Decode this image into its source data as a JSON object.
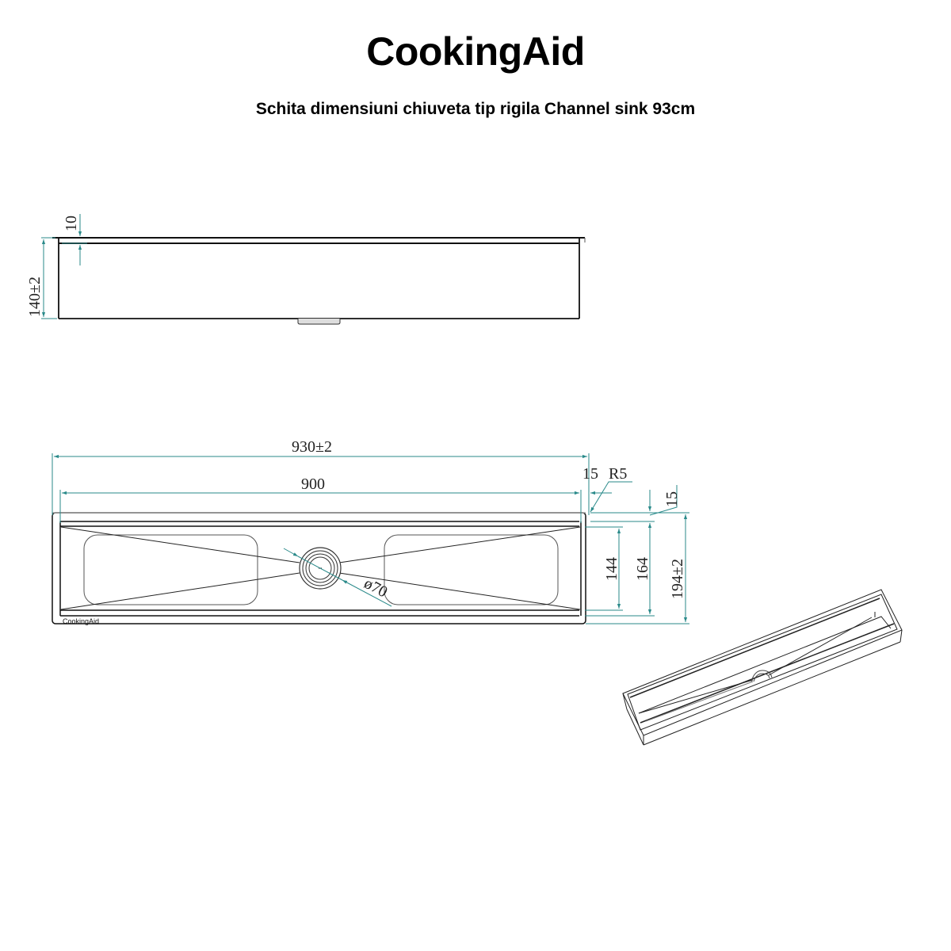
{
  "header": {
    "brand": "CookingAid",
    "subtitle": "Schita dimensiuni chiuveta tip rigila Channel sink 93cm"
  },
  "colors": {
    "dimension_line": "#2a8a8a",
    "outline": "#111111",
    "background": "#ffffff"
  },
  "side_view": {
    "dimensions": {
      "rim_thickness": "10",
      "height": "140±2"
    }
  },
  "top_view": {
    "logo_label": "CookingAid",
    "dimensions": {
      "overall_length": "930±2",
      "inner_length": "900",
      "rim_width": "15",
      "corner_radius": "R5",
      "rim_side": "15",
      "drain_diameter": "ø70",
      "bowl_width": "144",
      "inner_width": "164",
      "overall_width": "194±2"
    }
  },
  "iso_view": {
    "label": "isometric-sink-view"
  }
}
